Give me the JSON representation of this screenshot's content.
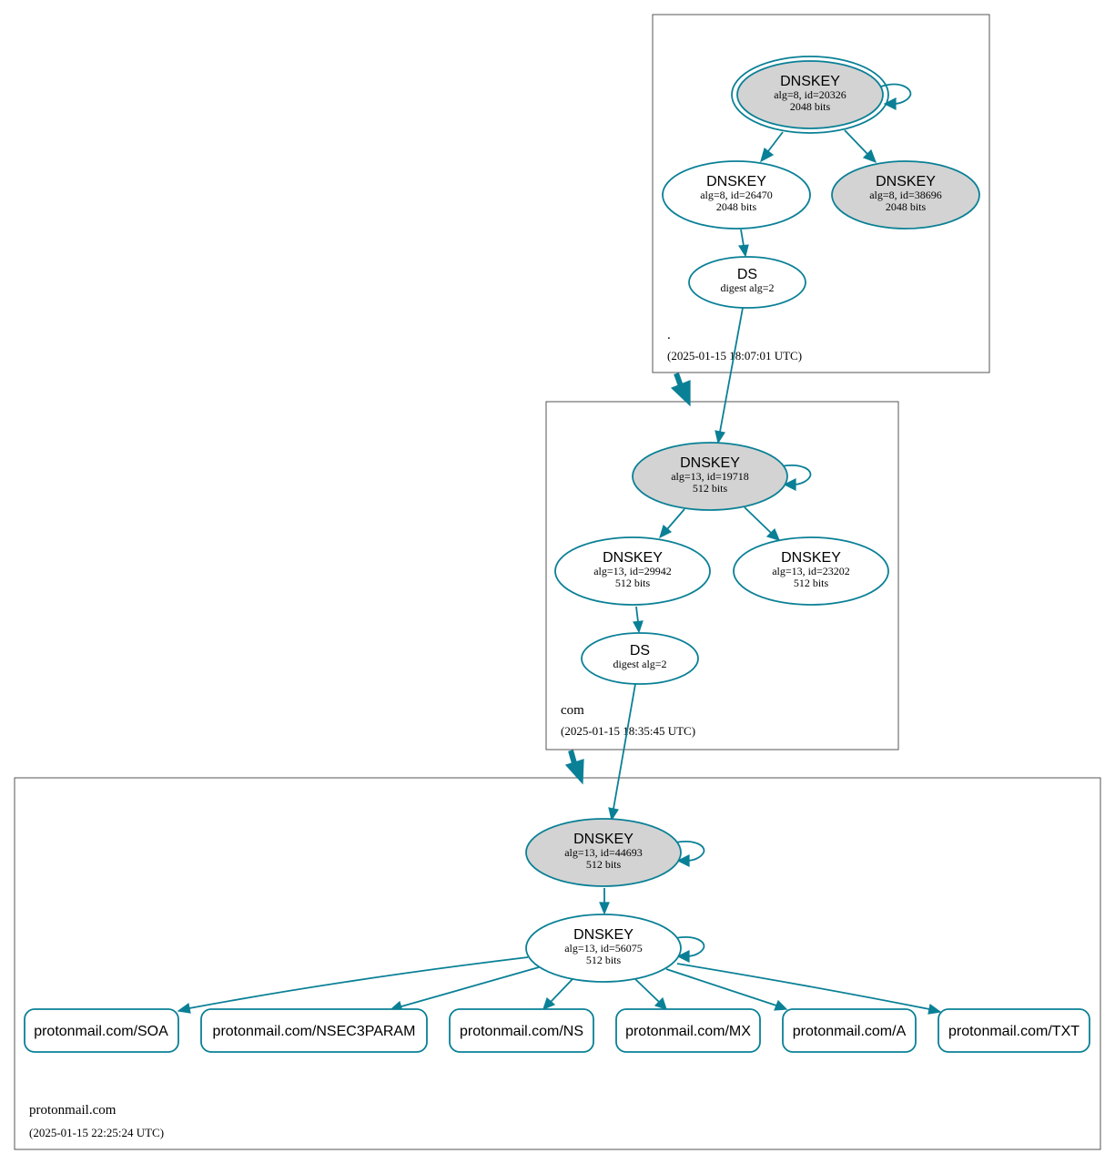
{
  "colors": {
    "edge": "#0a8096",
    "node_stroke": "#0a8096",
    "sep_fill": "#d3d3d3",
    "box_stroke": "#555555"
  },
  "zones": [
    {
      "name": ".",
      "timestamp": "(2025-01-15 18:07:01 UTC)"
    },
    {
      "name": "com",
      "timestamp": "(2025-01-15 18:35:45 UTC)"
    },
    {
      "name": "protonmail.com",
      "timestamp": "(2025-01-15 22:25:24 UTC)"
    }
  ],
  "nodes": {
    "root_ksk": {
      "title": "DNSKEY",
      "line1": "alg=8, id=20326",
      "line2": "2048 bits"
    },
    "root_zsk": {
      "title": "DNSKEY",
      "line1": "alg=8, id=26470",
      "line2": "2048 bits"
    },
    "root_k2": {
      "title": "DNSKEY",
      "line1": "alg=8, id=38696",
      "line2": "2048 bits"
    },
    "root_ds": {
      "title": "DS",
      "line1": "digest alg=2"
    },
    "com_ksk": {
      "title": "DNSKEY",
      "line1": "alg=13, id=19718",
      "line2": "512 bits"
    },
    "com_zsk": {
      "title": "DNSKEY",
      "line1": "alg=13, id=29942",
      "line2": "512 bits"
    },
    "com_k2": {
      "title": "DNSKEY",
      "line1": "alg=13, id=23202",
      "line2": "512 bits"
    },
    "com_ds": {
      "title": "DS",
      "line1": "digest alg=2"
    },
    "pm_ksk": {
      "title": "DNSKEY",
      "line1": "alg=13, id=44693",
      "line2": "512 bits"
    },
    "pm_zsk": {
      "title": "DNSKEY",
      "line1": "alg=13, id=56075",
      "line2": "512 bits"
    }
  },
  "rrsets": [
    {
      "label": "protonmail.com/SOA"
    },
    {
      "label": "protonmail.com/NSEC3PARAM"
    },
    {
      "label": "protonmail.com/NS"
    },
    {
      "label": "protonmail.com/MX"
    },
    {
      "label": "protonmail.com/A"
    },
    {
      "label": "protonmail.com/TXT"
    }
  ]
}
